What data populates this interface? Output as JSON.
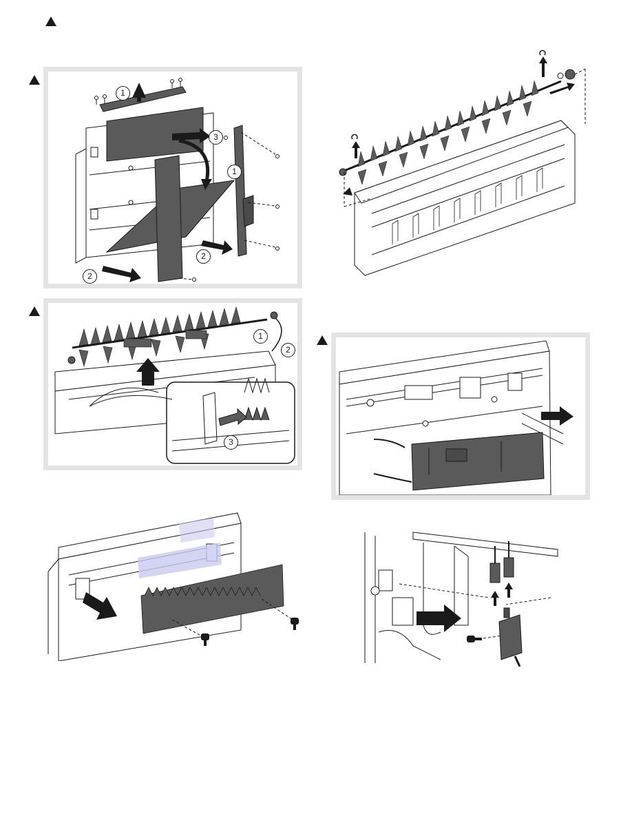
{
  "page": {
    "warning_symbol": "warning-triangle-icon"
  },
  "figures": {
    "fig1": {
      "callouts": [
        "1",
        "3",
        "1",
        "2",
        "2"
      ],
      "part_color": "#5a5a5a"
    },
    "fig2": {
      "callouts": [
        "1",
        "2",
        "3"
      ],
      "part_color": "#5a5a5a"
    },
    "fig3": {
      "callouts": []
    },
    "fig4": {
      "callouts": []
    },
    "fig5": {
      "callouts": []
    },
    "fig6": {
      "callouts": []
    }
  },
  "colors": {
    "panel_border": "#e4e4e4",
    "part_fill": "#5a5a5a",
    "highlight": "#c9cbef",
    "ink": "#1a1a1a"
  }
}
